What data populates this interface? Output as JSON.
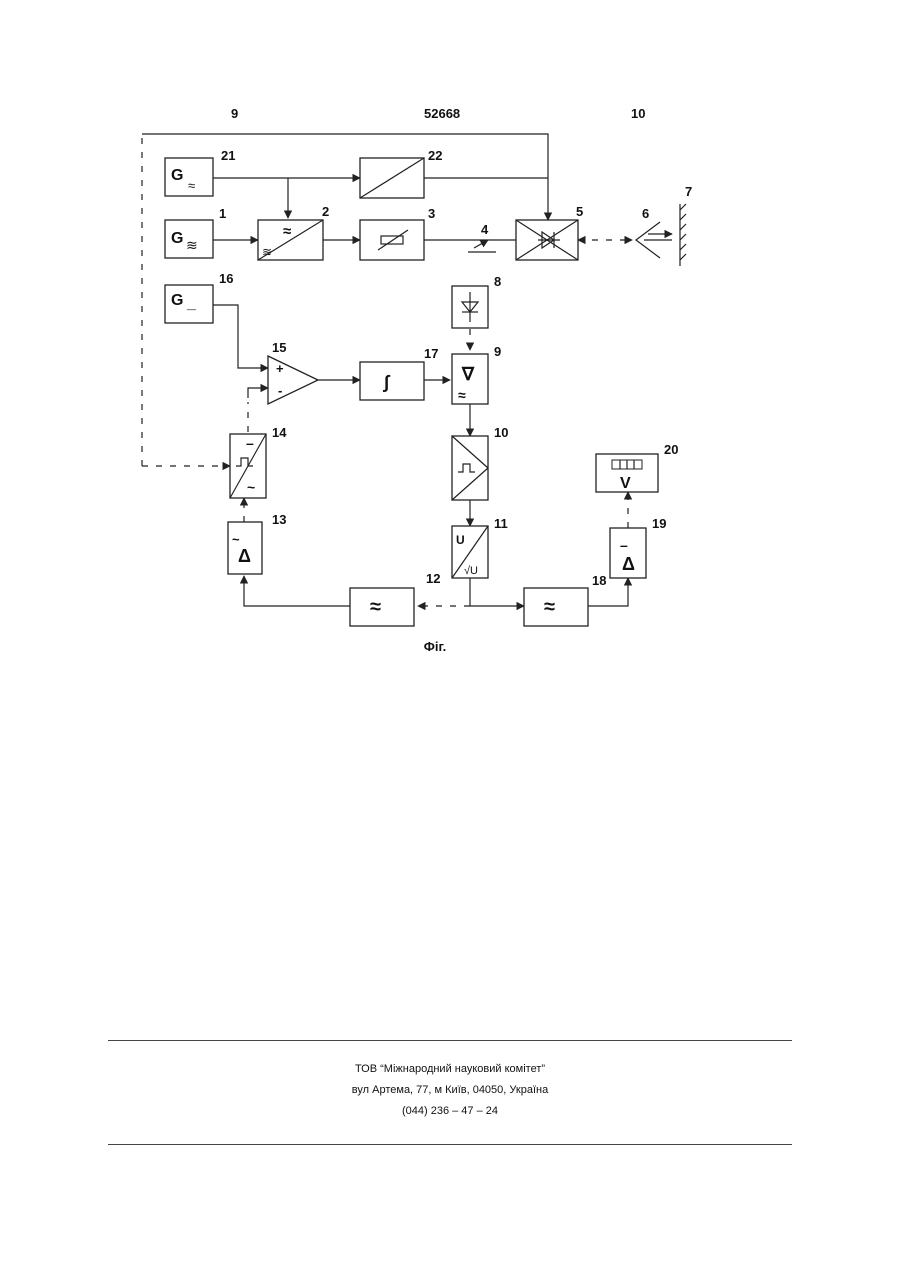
{
  "header": {
    "left_page": "9",
    "patent_number": "52668",
    "right_page": "10"
  },
  "diagram": {
    "caption": "Фіг.",
    "blocks": [
      {
        "id": "21",
        "symbol": "G≈"
      },
      {
        "id": "1",
        "symbol": "G≋"
      },
      {
        "id": "16",
        "symbol": "G_"
      },
      {
        "id": "2",
        "symbol": "≈ / ≋"
      },
      {
        "id": "22",
        "symbol": "ramp"
      },
      {
        "id": "3",
        "symbol": "variable-attenuator"
      },
      {
        "id": "4",
        "symbol": "coupler"
      },
      {
        "id": "5",
        "symbol": "detector-diode"
      },
      {
        "id": "6",
        "symbol": "antenna"
      },
      {
        "id": "7",
        "symbol": "reflector"
      },
      {
        "id": "8",
        "symbol": "diode"
      },
      {
        "id": "9",
        "symbol": "∇ / ≈"
      },
      {
        "id": "10",
        "symbol": "pulse-shaper"
      },
      {
        "id": "11",
        "symbol": "U / √U"
      },
      {
        "id": "12",
        "symbol": "≈"
      },
      {
        "id": "13",
        "symbol": "~ Δ"
      },
      {
        "id": "14",
        "symbol": "pulse / ~"
      },
      {
        "id": "15",
        "symbol": "comparator"
      },
      {
        "id": "17",
        "symbol": "∫"
      },
      {
        "id": "18",
        "symbol": "≈"
      },
      {
        "id": "19",
        "symbol": "– Δ"
      },
      {
        "id": "20",
        "symbol": "V"
      }
    ],
    "labels": {
      "n21": "21",
      "n22": "22",
      "n1": "1",
      "n2": "2",
      "n3": "3",
      "n4": "4",
      "n5": "5",
      "n6": "6",
      "n7": "7",
      "n16": "16",
      "n8": "8",
      "n15": "15",
      "n17": "17",
      "n9": "9",
      "n14": "14",
      "n10": "10",
      "n20": "20",
      "n13": "13",
      "n11": "11",
      "n19": "19",
      "n12": "12",
      "n18": "18"
    },
    "symbols": {
      "g": "G",
      "tilde_sub": "≈",
      "triple_sub": "≋",
      "dc_sub": "_",
      "plus": "+",
      "minus": "-",
      "integral": "∫",
      "nabla": "∇",
      "approx": "≈",
      "u": "U",
      "sqrt_u": "√U",
      "tilde": "~",
      "delta": "Δ",
      "dash": "–",
      "v": "V",
      "filter": "≈"
    }
  },
  "footer": {
    "organization": "ТОВ “Міжнародний науковий комітет”",
    "address": "вул  Артема, 77, м  Київ, 04050, Україна",
    "phone": "(044) 236 – 47 – 24"
  }
}
